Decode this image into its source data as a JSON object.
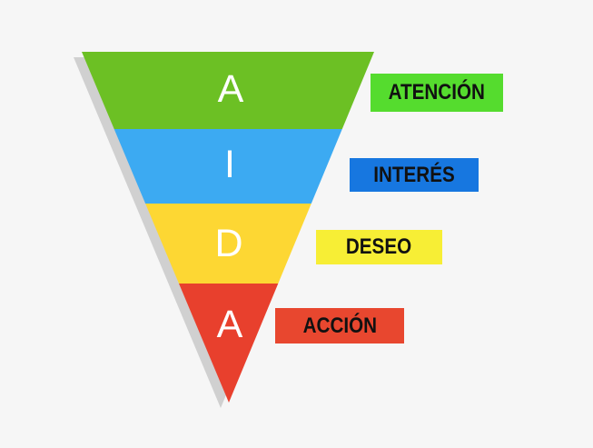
{
  "background_color": "#f6f6f6",
  "funnel": {
    "shadow_color": "#c9c9c9",
    "letter_color": "#ffffff",
    "segments": [
      {
        "letter": "A",
        "color": "#6cc024"
      },
      {
        "letter": "I",
        "color": "#3caaf2"
      },
      {
        "letter": "D",
        "color": "#fdd733"
      },
      {
        "letter": "A",
        "color": "#e8402d"
      }
    ]
  },
  "labels": [
    {
      "text": "ATENCIÓN",
      "color": "#55dc2e",
      "text_color": "#111111"
    },
    {
      "text": "INTERÉS",
      "color": "#1777e0",
      "text_color": "#111111"
    },
    {
      "text": "DESEO",
      "color": "#f7ee35",
      "text_color": "#111111"
    },
    {
      "text": "ACCIÓN",
      "color": "#e8472f",
      "text_color": "#111111"
    }
  ]
}
